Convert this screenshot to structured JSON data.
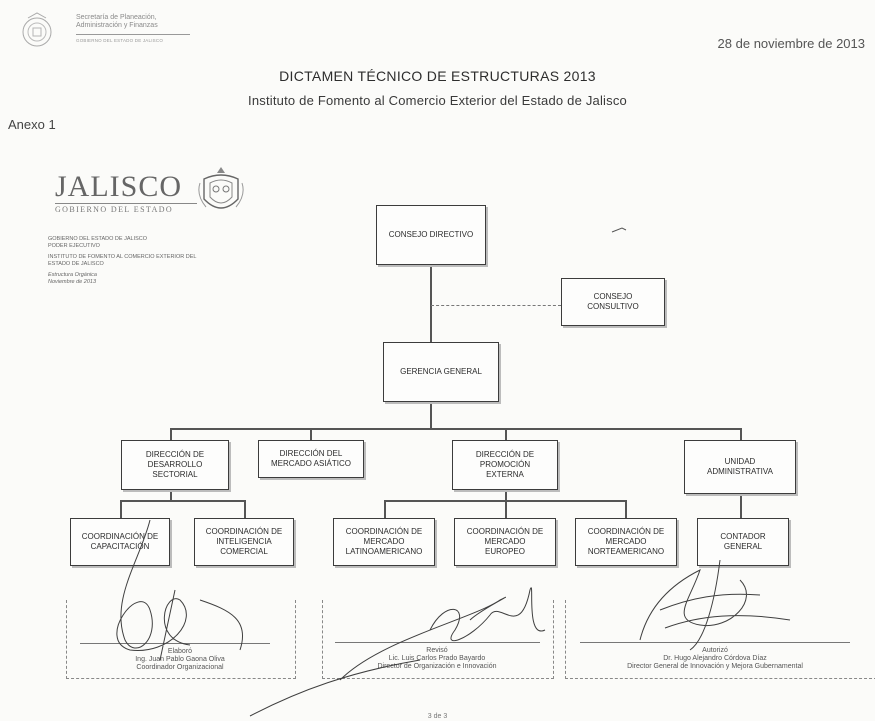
{
  "header": {
    "secretaria_lines": [
      "Secretaría de Planeación,",
      "Administración y Finanzas"
    ],
    "secretaria_small": "GOBIERNO DEL ESTADO DE JALISCO",
    "date": "28 de noviembre de 2013"
  },
  "title": {
    "main": "DICTAMEN TÉCNICO DE ESTRUCTURAS 2013",
    "sub": "Instituto de Fomento al Comercio Exterior del Estado de Jalisco"
  },
  "anexo": "Anexo 1",
  "jalisco": {
    "wordmark": "JALISCO",
    "gobierno": "GOBIERNO DEL ESTADO",
    "meta": [
      "GOBIERNO DEL ESTADO DE JALISCO",
      "PODER EJECUTIVO",
      "INSTITUTO DE FOMENTO AL COMERCIO EXTERIOR DEL",
      "ESTADO DE JALISCO",
      "Estructura Orgánica",
      "Noviembre de 2013"
    ]
  },
  "org": {
    "consejo_directivo": "CONSEJO DIRECTIVO",
    "consejo_consultivo": "CONSEJO\nCONSULTIVO",
    "gerencia_general": "GERENCIA GENERAL",
    "dir_desarrollo": "DIRECCIÓN DE\nDESARROLLO\nSECTORIAL",
    "dir_mercado_asiatico": "DIRECCIÓN DEL\nMERCADO ASIÁTICO",
    "dir_promocion": "DIRECCIÓN DE\nPROMOCIÓN\nEXTERNA",
    "unidad_admin": "UNIDAD\nADMINISTRATIVA",
    "coord_capacitacion": "COORDINACIÓN DE\nCAPACITACIÓN",
    "coord_inteligencia": "COORDINACIÓN DE\nINTELIGENCIA\nCOMERCIAL",
    "coord_latino": "COORDINACIÓN DE\nMERCADO\nLATINOAMERICANO",
    "coord_europeo": "COORDINACIÓN DE\nMERCADO\nEUROPEO",
    "coord_norte": "COORDINACIÓN DE\nMERCADO\nNORTEAMERICANO",
    "contador": "CONTADOR\nGENERAL"
  },
  "signatures": [
    {
      "role": "Elaboró",
      "name": "Ing. Juan Pablo Gaona Oliva",
      "title": "Coordinador Organizacional"
    },
    {
      "role": "Revisó",
      "name": "Lic. Luis Carlos Prado Bayardo",
      "title": "Director de Organización e Innovación"
    },
    {
      "role": "Autorizó",
      "name": "Dr. Hugo Alejandro Córdova Díaz",
      "title": "Director General de Innovación y Mejora Gubernamental"
    }
  ],
  "page_number": "3 de 3"
}
